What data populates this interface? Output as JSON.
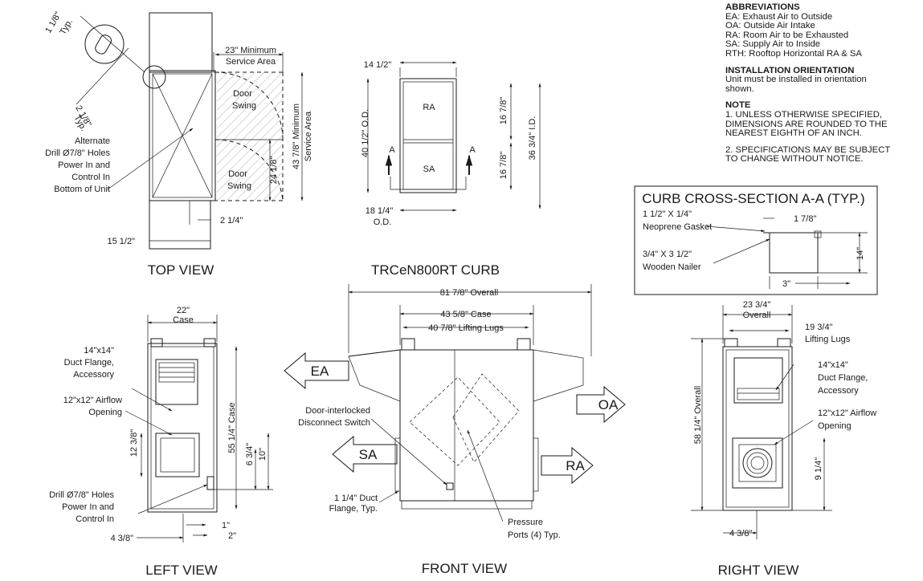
{
  "notes": {
    "abbrev_title": "ABBREVIATIONS",
    "abbrev": [
      "EA: Exhaust Air to Outside",
      "OA: Outside Air Intake",
      "RA: Room Air to be Exhausted",
      "SA: Supply Air to Inside",
      "RTH: Rooftop Horizontal RA & SA"
    ],
    "orient_title": "INSTALLATION ORIENTATION",
    "orient_lines": [
      "Unit must be installed in orientation",
      "shown."
    ],
    "note_title": "NOTE",
    "note1": [
      "1. UNLESS OTHERWISE SPECIFIED,",
      "DIMENSIONS ARE ROUNDED TO THE",
      "NEAREST EIGHTH OF AN INCH."
    ],
    "note2": [
      "2. SPECIFICATIONS MAY BE SUBJECT",
      "TO CHANGE WITHOUT NOTICE."
    ]
  },
  "views": {
    "top_view": "TOP VIEW",
    "curb": "TRCeN800RT CURB",
    "left_view": "LEFT VIEW",
    "front_view": "FRONT VIEW",
    "right_view": "RIGHT VIEW",
    "curb_section": "CURB CROSS-SECTION A-A (TYP.)"
  },
  "top": {
    "d_1_8": "1 1/8\"",
    "typ1": "Typ.",
    "d_2_1_8": "2 1/8\"",
    "typ2": "Typ.",
    "alternate": "Alternate",
    "drill": "Drill Ø7/8\" Holes",
    "power": "Power In and",
    "control": "Control In",
    "bottom": "Bottom of Unit",
    "d_15_1_2": "15 1/2\"",
    "d_2_1_4": "2 1/4\"",
    "d_23_min": "23\" Minimum",
    "service_area": "Service Area",
    "door": "Door",
    "swing": "Swing",
    "d_24_1_8": "24 1/8\"",
    "d_43_7_8": "43 7/8\" Minimum",
    "service_area2": "Service Area"
  },
  "curb": {
    "d_14_1_2": "14 1/2\"",
    "ra": "RA",
    "sa": "SA",
    "a": "A",
    "d_40_1_2": "40 1/2\" O.D.",
    "d_16_7_8a": "16 7/8\"",
    "d_16_7_8b": "16 7/8\"",
    "d_36_3_4": "36 3/4\" I.D.",
    "d_18_1_4": "18 1/4\"",
    "od": "O.D."
  },
  "section": {
    "gasket1": "1 1/2\" X 1/4\"",
    "gasket2": "Neoprene Gasket",
    "nailer1": "3/4\" X 3 1/2\"",
    "nailer2": "Wooden Nailer",
    "d_1_7_8": "1 7/8\"",
    "d_14": "14\"",
    "d_3": "3\""
  },
  "left": {
    "d_22": "22\"",
    "case": "Case",
    "flange1": "14\"x14\"",
    "flange2": "Duct Flange,",
    "flange3": "Accessory",
    "airflow1": "12\"x12\" Airflow",
    "airflow2": "Opening",
    "d_12_3_8": "12 3/8\"",
    "d_55_1_4": "55 1/4\" Case",
    "d_6_3_4": "6 3/4\"",
    "d_10": "10\"",
    "drill": "Drill Ø7/8\" Holes",
    "power": "Power In and",
    "control": "Control In",
    "d_1": "1\"",
    "d_2": "2\"",
    "d_4_3_8": "4 3/8\""
  },
  "front": {
    "d_81_7_8": "81 7/8\" Overall",
    "d_43_5_8": "43 5/8\" Case",
    "d_40_7_8": "40 7/8\" Lifting Lugs",
    "ea": "EA",
    "oa": "OA",
    "sa": "SA",
    "ra": "RA",
    "door1": "Door-interlocked",
    "door2": "Disconnect Switch",
    "duct1": "1 1/4\" Duct",
    "duct2": "Flange, Typ.",
    "pressure1": "Pressure",
    "pressure2": "Ports (4) Typ."
  },
  "right": {
    "d_23_3_4": "23 3/4\"",
    "overall": "Overall",
    "d_19_3_4": "19 3/4\"",
    "lugs": "Lifting Lugs",
    "flange1": "14\"x14\"",
    "flange2": "Duct Flange,",
    "flange3": "Accessory",
    "airflow1": "12\"x12\" Airflow",
    "airflow2": "Opening",
    "d_58_1_4": "58 1/4\" Overall",
    "d_9_1_4": "9 1/4\"",
    "d_4_3_8": "4 3/8\""
  }
}
